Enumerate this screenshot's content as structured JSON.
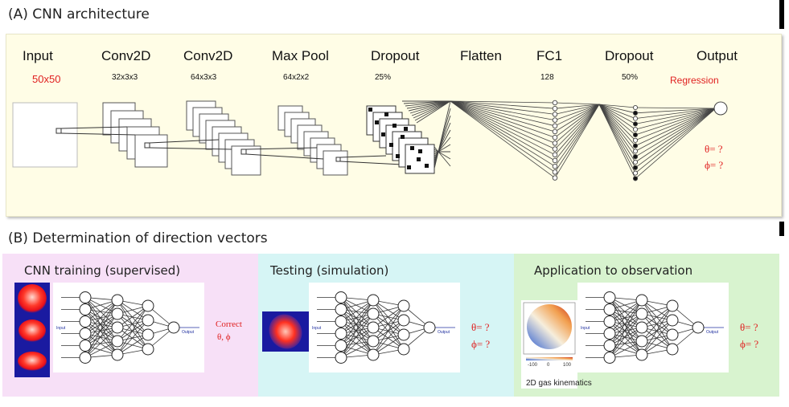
{
  "sectionA": {
    "title": "(A) CNN architecture",
    "layers": [
      {
        "name": "Input",
        "spec": "50x50"
      },
      {
        "name": "Conv2D",
        "spec": "32x3x3"
      },
      {
        "name": "Conv2D",
        "spec": "64x3x3"
      },
      {
        "name": "Max Pool",
        "spec": "64x2x2"
      },
      {
        "name": "Dropout",
        "spec": "25%"
      },
      {
        "name": "Flatten",
        "spec": ""
      },
      {
        "name": "FC1",
        "spec": "128"
      },
      {
        "name": "Dropout",
        "spec": "50%"
      },
      {
        "name": "Output",
        "spec": "Regression"
      }
    ],
    "output_vars": [
      "θ= ?",
      "ϕ= ?"
    ]
  },
  "sectionB": {
    "title": "(B) Determination of direction vectors",
    "panels": [
      {
        "title": "CNN training (supervised)",
        "result": [
          "Correct",
          "θ, ϕ"
        ],
        "color": "#f7e0f7"
      },
      {
        "title": "Testing (simulation)",
        "result": [
          "θ= ?",
          "ϕ= ?"
        ],
        "color": "#d6f5f5"
      },
      {
        "title": "Application to observation",
        "result": [
          "θ= ?",
          "ϕ= ?"
        ],
        "color": "#d8f3cf"
      }
    ],
    "nn_input_label": "Input",
    "nn_output_label": "Output",
    "obs_caption": "2D gas kinematics",
    "colorbar_ticks": [
      "-100",
      "0",
      "100"
    ]
  },
  "colors": {
    "red": "#e02020",
    "panelA": "#fffde6"
  }
}
